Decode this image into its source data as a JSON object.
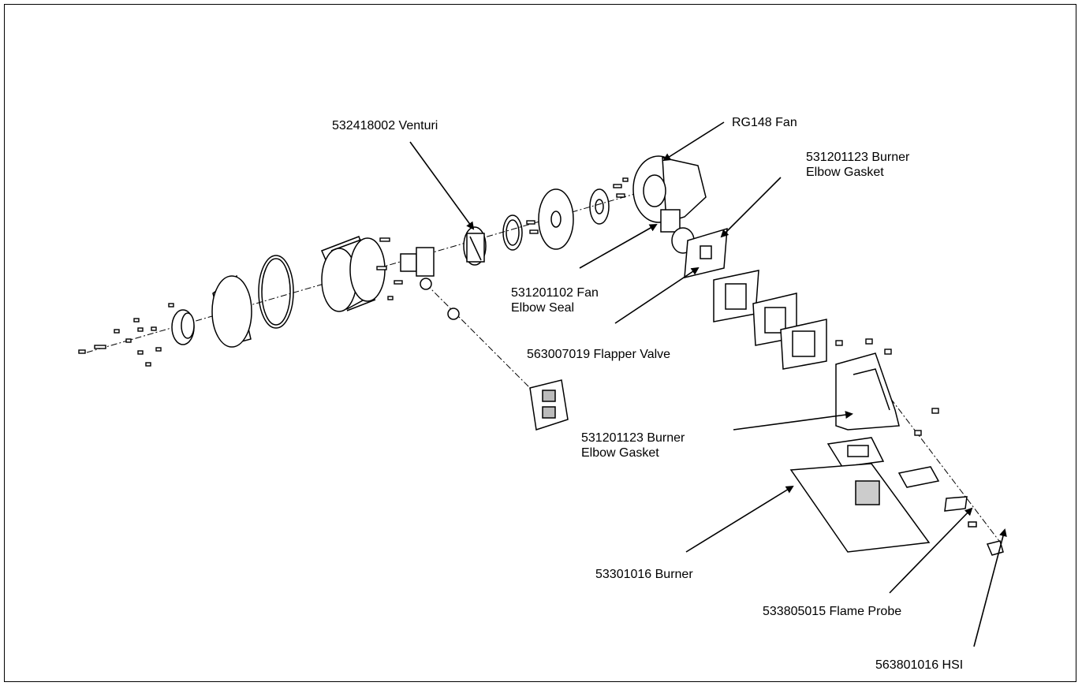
{
  "labels": {
    "venturi": "532418002 Venturi",
    "fan": "RG148 Fan",
    "burner_elbow_gasket_top": [
      "531201123 Burner",
      "Elbow Gasket"
    ],
    "fan_elbow_seal": [
      "531201102 Fan",
      "Elbow Seal"
    ],
    "flapper_valve": "563007019 Flapper Valve",
    "burner_elbow_gasket_mid": [
      "531201123 Burner",
      "Elbow Gasket"
    ],
    "burner": "53301016 Burner",
    "flame_probe": "533805015 Flame Probe",
    "hsi": "563801016 HSI"
  },
  "colors": {
    "line": "#000000",
    "background": "#ffffff"
  }
}
